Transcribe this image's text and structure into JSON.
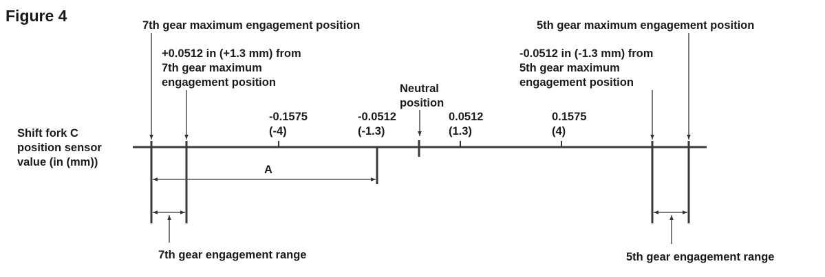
{
  "figure_label": "Figure 4",
  "axis_label": [
    "Shift fork C",
    "position sensor",
    "value (in (mm))"
  ],
  "seventh_max_label": "7th gear maximum engagement position",
  "fifth_max_label": "5th gear maximum engagement position",
  "seventh_offset_label": [
    "+0.0512 in (+1.3 mm) from",
    "7th gear maximum",
    "engagement position"
  ],
  "fifth_offset_label": [
    "-0.0512 in (-1.3 mm) from",
    "5th gear maximum",
    "engagement position"
  ],
  "neutral_label": [
    "Neutral",
    "position"
  ],
  "ticks": [
    {
      "in": "-0.1575",
      "mm": "(-4)"
    },
    {
      "in": "-0.0512",
      "mm": "(-1.3)"
    },
    {
      "in": "0.0512",
      "mm": "(1.3)"
    },
    {
      "in": "0.1575",
      "mm": "(4)"
    }
  ],
  "dimension_a_label": "A",
  "seventh_range_label": "7th gear engagement range",
  "fifth_range_label": "5th gear engagement range",
  "colors": {
    "line": "#3a3a3a",
    "text": "#1a1a1a"
  }
}
